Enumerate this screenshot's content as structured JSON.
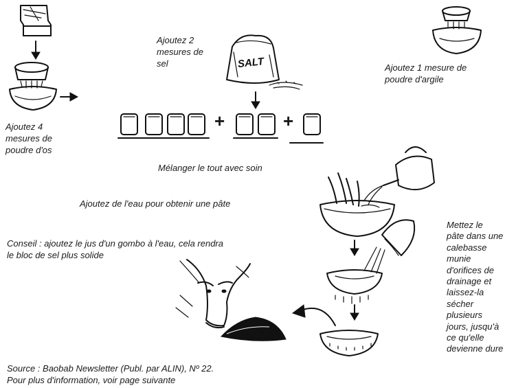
{
  "steps": {
    "bone": [
      "Ajoutez 4",
      "mesures de",
      "poudre d'os"
    ],
    "salt": [
      "Ajoutez 2",
      "mesures de",
      "sel"
    ],
    "clay": [
      "Ajoutez 1 mesure de",
      "poudre d'argile"
    ],
    "mix": "Mélanger le tout avec soin",
    "water": "Ajoutez de l'eau pour obtenir une pâte",
    "tip": [
      "Conseil : ajoutez le jus d'un gombo à l'eau, cela rendra",
      "le bloc de sel plus solide"
    ],
    "dry": [
      "Mettez le",
      "pâte dans une",
      "calebasse",
      "munie",
      "d'orifices de",
      "drainage et",
      "laissez-la",
      "sécher",
      "plusieurs",
      "jours, jusqu'à",
      "ce qu'elle",
      "devienne dure"
    ],
    "source": [
      "Source : Baobab Newsletter (Publ. par ALIN), Nº 22.",
      "Pour plus d'information, voir page suivante"
    ]
  },
  "formula": {
    "plus1": "+",
    "plus2": "+"
  },
  "sack_label": "SALT"
}
